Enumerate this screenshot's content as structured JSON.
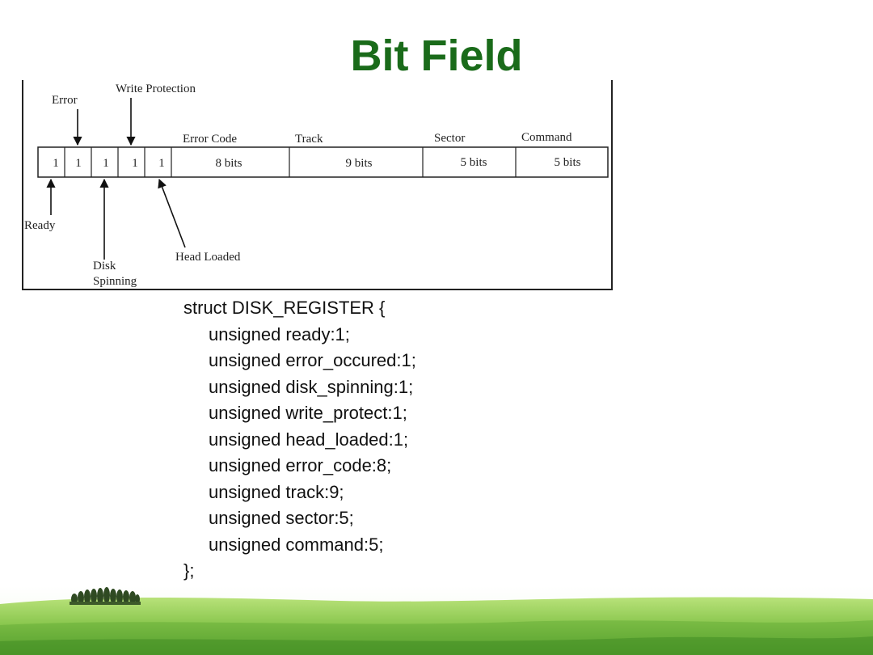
{
  "slide": {
    "title": "Bit Field"
  },
  "diagram": {
    "fields": [
      {
        "label": "",
        "cell": "1"
      },
      {
        "label": "",
        "cell": "1"
      },
      {
        "label": "",
        "cell": "1"
      },
      {
        "label": "",
        "cell": "1"
      },
      {
        "label": "",
        "cell": "1"
      },
      {
        "label": "Error Code",
        "cell": "8 bits"
      },
      {
        "label": "Track",
        "cell": "9  bits"
      },
      {
        "label": "Sector",
        "cell": "5  bits"
      },
      {
        "label": "Command",
        "cell": "5  bits"
      }
    ],
    "callouts": {
      "error": "Error",
      "write_protection": "Write Protection",
      "ready": "Ready",
      "disk": "Disk",
      "spinning": "Spinning",
      "head_loaded": "Head Loaded"
    }
  },
  "code": {
    "open": "struct DISK_REGISTER {",
    "members": [
      "unsigned ready:1;",
      "unsigned error_occured:1;",
      "unsigned disk_spinning:1;",
      "unsigned write_protect:1;",
      "unsigned head_loaded:1;",
      "unsigned error_code:8;",
      "unsigned track:9;",
      "unsigned sector:5;",
      "unsigned command:5;"
    ],
    "close": "};"
  },
  "colors": {
    "title": "#1a6b1a",
    "grass_light": "#a8d86a",
    "grass_dark": "#4f9a2a"
  }
}
